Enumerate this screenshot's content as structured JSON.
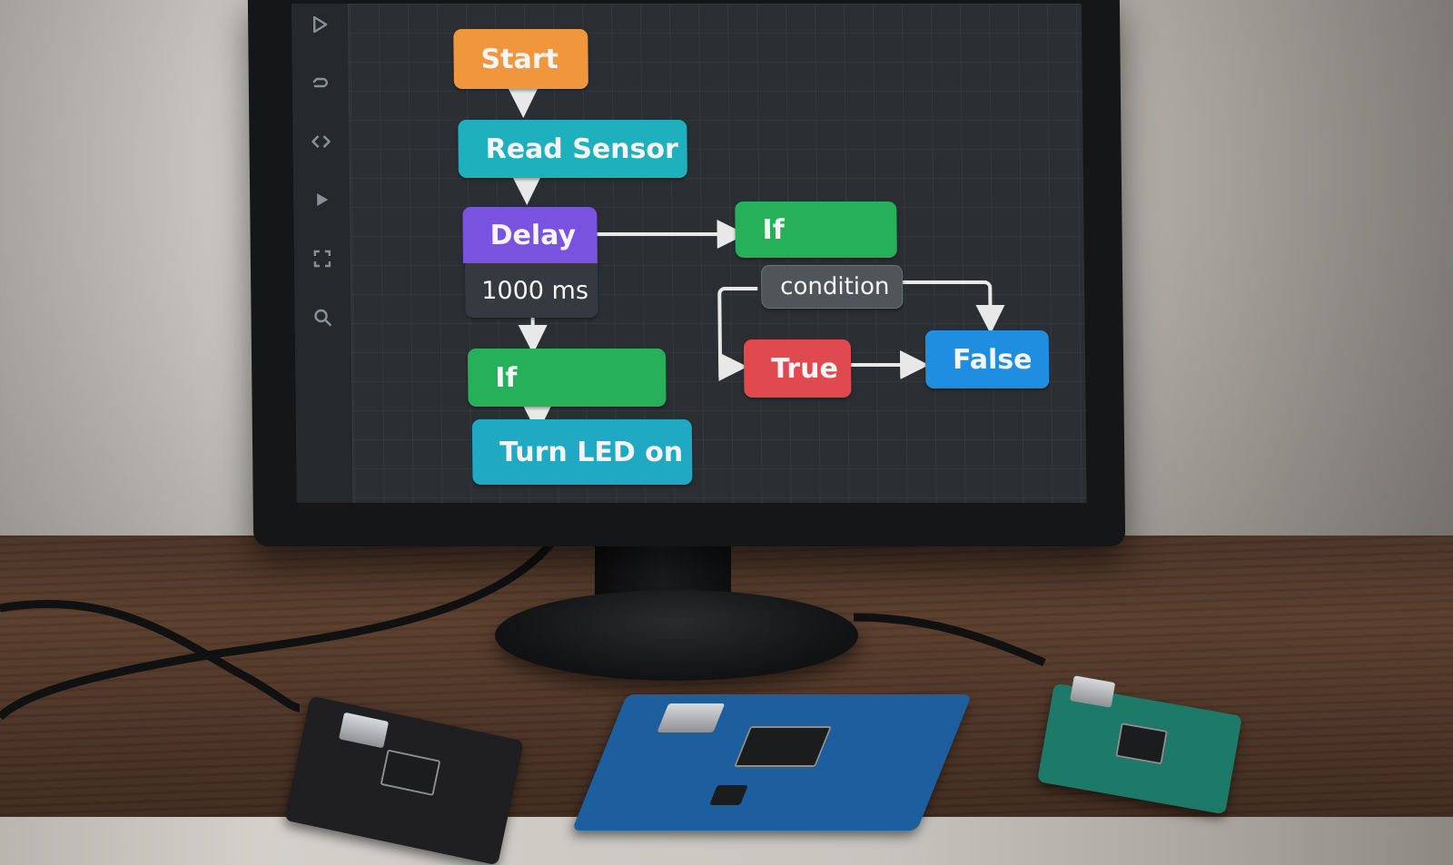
{
  "toolbar": {
    "tools": [
      {
        "name": "play-outline",
        "label": "Run"
      },
      {
        "name": "undo",
        "label": "Undo"
      },
      {
        "name": "code",
        "label": "Code view"
      },
      {
        "name": "play-filled",
        "label": "Play"
      },
      {
        "name": "fullscreen",
        "label": "Fullscreen"
      },
      {
        "name": "search",
        "label": "Search"
      }
    ]
  },
  "flow": {
    "nodes": {
      "start": {
        "label": "Start",
        "color": "#f0973e"
      },
      "read_sensor": {
        "label": "Read Sensor",
        "color": "#1fb0bd"
      },
      "delay": {
        "label": "Delay",
        "color": "#7a52e0",
        "param": "1000 ms",
        "param_color": "#353a40"
      },
      "if_right": {
        "label": "If",
        "color": "#27b05a"
      },
      "condition": {
        "label": "condition",
        "color": "#4f5558"
      },
      "true": {
        "label": "True",
        "color": "#e0494d"
      },
      "false": {
        "label": "False",
        "color": "#1f8ee0"
      },
      "if_left": {
        "label": "If",
        "color": "#27b05a"
      },
      "turn_led_on": {
        "label": "Turn LED on",
        "color": "#1fa9c2"
      }
    },
    "edges": [
      [
        "start",
        "read_sensor"
      ],
      [
        "read_sensor",
        "delay"
      ],
      [
        "delay",
        "if_right"
      ],
      [
        "delay",
        "if_left"
      ],
      [
        "condition",
        "false"
      ],
      [
        "condition",
        "true"
      ],
      [
        "true",
        "false"
      ],
      [
        "if_left",
        "turn_led_on"
      ]
    ]
  },
  "hardware": {
    "boards": [
      "left-board",
      "center-board",
      "right-board"
    ],
    "colors": {
      "left": "#1f1f22",
      "center": "#1d5f9e",
      "right": "#1e7a68"
    }
  }
}
